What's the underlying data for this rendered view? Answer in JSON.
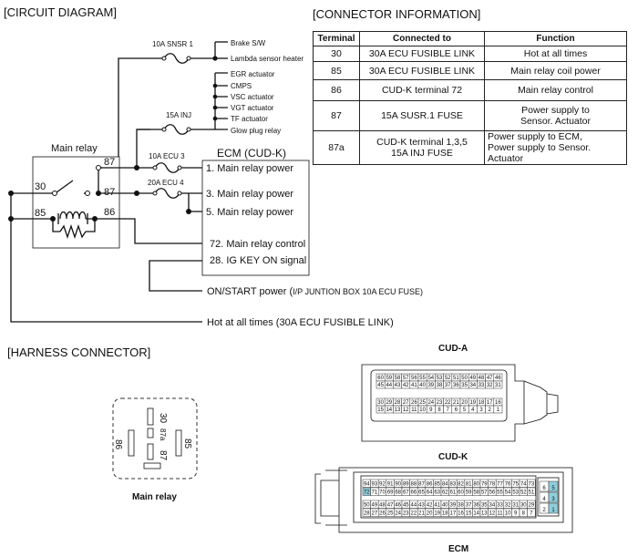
{
  "titles": {
    "circuit": "[CIRCUIT DIAGRAM]",
    "connector_info": "[CONNECTOR INFORMATION]",
    "harness": "[HARNESS CONNECTOR]"
  },
  "table": {
    "headers": [
      "Terminal",
      "Connected to",
      "Function"
    ],
    "rows": [
      {
        "terminal": "30",
        "connected": "30A ECU FUSIBLE LINK",
        "function": "Hot at all times"
      },
      {
        "terminal": "85",
        "connected": "30A ECU FUSIBLE LINK",
        "function": "Main relay coil power"
      },
      {
        "terminal": "86",
        "connected": "CUD-K terminal 72",
        "function": "Main relay control"
      },
      {
        "terminal": "87",
        "connected": "15A SUSR.1 FUSE",
        "function": "Power supply to\nSensor. Actuator"
      },
      {
        "terminal": "87a",
        "connected": "CUD-K terminal 1,3,5\n15A INJ FUSE",
        "function": "Power supply to ECM,\nPower supply to Sensor. Actuator"
      }
    ]
  },
  "circuit": {
    "fuse_sensor": "10A SNSR 1",
    "fuse_inj": "15A INJ",
    "fuse_ecu3": "10A ECU 3",
    "fuse_ecu4": "20A ECU 4",
    "sensor_loads": [
      "Brake S/W",
      "Lambda sensor heater"
    ],
    "inj_loads": [
      "EGR actuator",
      "CMPS",
      "VSC actuator",
      "VGT actuator",
      "TF actuator",
      "Glow plug relay"
    ],
    "relay_title": "Main relay",
    "relay_pins": {
      "p87_top": "87",
      "p30": "30",
      "p87": "87",
      "p85": "85",
      "p86": "86"
    },
    "ecm_title": "ECM (CUD-K)",
    "ecm_pins": [
      "1. Main relay power",
      "3. Main relay power",
      "5. Main relay power",
      "72. Main relay control",
      "28. IG KEY ON signal"
    ],
    "on_start_main": "ON/START power (",
    "on_start_paren": "I/P JUNTION BOX 10A ECU FUSE)",
    "hot_line": "Hot at all times (30A ECU FUSIBLE LINK)"
  },
  "harness": {
    "relay_label": "Main relay",
    "relay_pins": [
      "30",
      "87a",
      "87",
      "86",
      "85"
    ],
    "cud_a_label": "CUD-A",
    "cud_k_label": "CUD-K",
    "ecm_label": "ECM",
    "cud_a_rows": [
      [
        "60",
        "59",
        "58",
        "57",
        "56",
        "55",
        "54",
        "53",
        "52",
        "51",
        "50",
        "49",
        "48",
        "47",
        "46"
      ],
      [
        "45",
        "44",
        "43",
        "42",
        "41",
        "40",
        "39",
        "38",
        "37",
        "36",
        "35",
        "34",
        "33",
        "32",
        "31"
      ],
      [
        "30",
        "29",
        "28",
        "27",
        "26",
        "25",
        "24",
        "23",
        "22",
        "21",
        "20",
        "19",
        "18",
        "17",
        "16"
      ],
      [
        "15",
        "14",
        "13",
        "12",
        "11",
        "10",
        "9",
        "8",
        "7",
        "6",
        "5",
        "4",
        "3",
        "2",
        "1"
      ]
    ],
    "cud_k_rows": [
      [
        "94",
        "93",
        "92",
        "91",
        "90",
        "89",
        "88",
        "87",
        "86",
        "85",
        "84",
        "83",
        "82",
        "81",
        "80",
        "79",
        "78",
        "77",
        "76",
        "75",
        "74",
        "73"
      ],
      [
        "72",
        "71",
        "70",
        "69",
        "68",
        "67",
        "66",
        "65",
        "64",
        "63",
        "62",
        "61",
        "60",
        "59",
        "58",
        "57",
        "56",
        "55",
        "54",
        "53",
        "52",
        "51"
      ],
      [
        "50",
        "49",
        "48",
        "47",
        "46",
        "45",
        "44",
        "43",
        "42",
        "41",
        "40",
        "39",
        "38",
        "37",
        "36",
        "35",
        "34",
        "33",
        "32",
        "31",
        "30",
        "29"
      ],
      [
        "28",
        "27",
        "26",
        "25",
        "24",
        "23",
        "22",
        "21",
        "20",
        "19",
        "18",
        "17",
        "16",
        "15",
        "14",
        "13",
        "12",
        "11",
        "10",
        "9",
        "8",
        "7"
      ]
    ],
    "cud_k_side": [
      [
        "6",
        "5"
      ],
      [
        "4",
        "3"
      ],
      [
        "2",
        "1"
      ]
    ],
    "highlight_color": "#8ecfdc"
  }
}
